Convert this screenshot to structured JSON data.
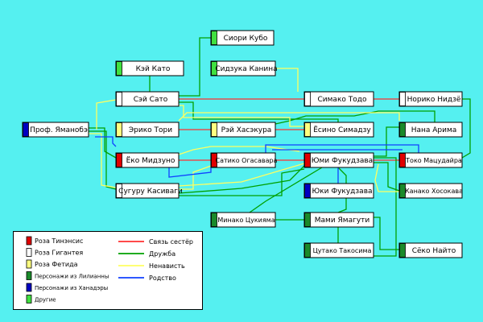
{
  "nodes": {
    "shiori": "Сиори Кубо",
    "kei": "Кэй Като",
    "shizuka": "Сидзука Канина",
    "sei": "Сэй Сато",
    "shimako": "Симако Тодо",
    "noriko": "Норико Нидзё",
    "prof": "Проф. Яманобэ",
    "eriko": "Эрико Тори",
    "rei": "Рэй Хасэкура",
    "yoshino": "Ёсино Симадзу",
    "nana": "Нана Арима",
    "yoko": "Ёко Мидзуно",
    "sachiko": "Сатико Огасавара",
    "yumi": "Юми Фукудзава",
    "toko": "Токо Мацудайра",
    "suguru": "Сугуру Касиваги",
    "yuki": "Юки Фукудзава",
    "kanako": "Канако Хосокава",
    "minako": "Минако Цукияма",
    "mami": "Мами Ямагути",
    "tsutako": "Цутако Такосима",
    "seiko": "Сёко Найто"
  },
  "legend": {
    "categories": [
      {
        "label": "Роза Тинэнсис",
        "color": "#e00000"
      },
      {
        "label": "Роза Гигантея",
        "color": "#ffffff"
      },
      {
        "label": "Роза Фетида",
        "color": "#ffff80"
      },
      {
        "label": "Персонажи из Лилианны",
        "color": "#1a8a2a"
      },
      {
        "label": "Персонажи из Ханадэры",
        "color": "#0000c0"
      },
      {
        "label": "Другие",
        "color": "#40e040"
      }
    ],
    "relations": [
      {
        "label": "Связь сестёр",
        "color": "#ff3030"
      },
      {
        "label": "Дружба",
        "color": "#00a000"
      },
      {
        "label": "Ненависть",
        "color": "#ffff60"
      },
      {
        "label": "Родство",
        "color": "#1040ff"
      }
    ]
  },
  "colors": {
    "background": "#55f0f0",
    "node_fill": "#ffffff",
    "border": "#000000"
  }
}
